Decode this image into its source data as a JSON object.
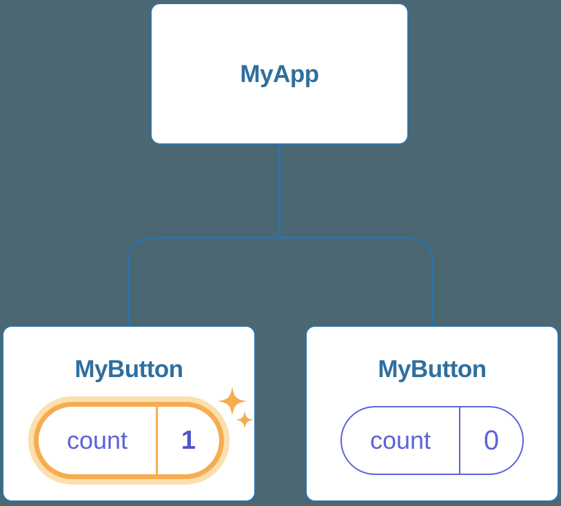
{
  "diagram": {
    "title": "react-component-tree",
    "root": {
      "label": "MyApp"
    },
    "children": [
      {
        "label": "MyButton",
        "state_key": "count",
        "state_value": "1",
        "highlighted": true
      },
      {
        "label": "MyButton",
        "state_key": "count",
        "state_value": "0",
        "highlighted": false
      }
    ]
  },
  "icons": {
    "sparkle_large": "four-point-star",
    "sparkle_small": "four-point-star"
  },
  "colors": {
    "background": "#4A6772",
    "connector_line": "#2E72A8",
    "card_border": "#2E72A8",
    "card_background": "#FFFFFF",
    "component_title_text": "#2F6F9E",
    "state_text": "#5B63D8",
    "state_value_highlight_text": "#4E55CC",
    "state_pill_idle_border": "#5A62D8",
    "highlight_ring": "#F5AD4F",
    "highlight_glow": "#FBDFAE",
    "sparkle": "#F5AD4F"
  }
}
